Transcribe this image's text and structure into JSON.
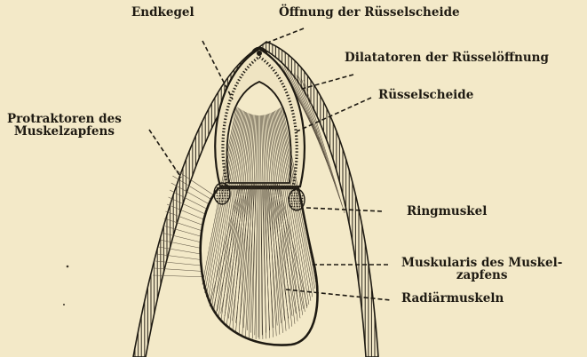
{
  "figure": {
    "labels": {
      "endkegel": "Endkegel",
      "oeffnung": "Öffnung der Rüsselscheide",
      "dilatatoren": "Dilatatoren der Rüsselöffnung",
      "ruesselscheide": "Rüsselscheide",
      "protraktoren": "Protraktoren des\nMuskelzapfens",
      "ringmuskel": "Ringmuskel",
      "muskularis": "Muskularis des Muskel-\nzapfens",
      "radiaermuskeln": "Radiärmuskeln"
    },
    "colors": {
      "background": "#f3e9c8",
      "ink": "#1e1a12"
    }
  }
}
